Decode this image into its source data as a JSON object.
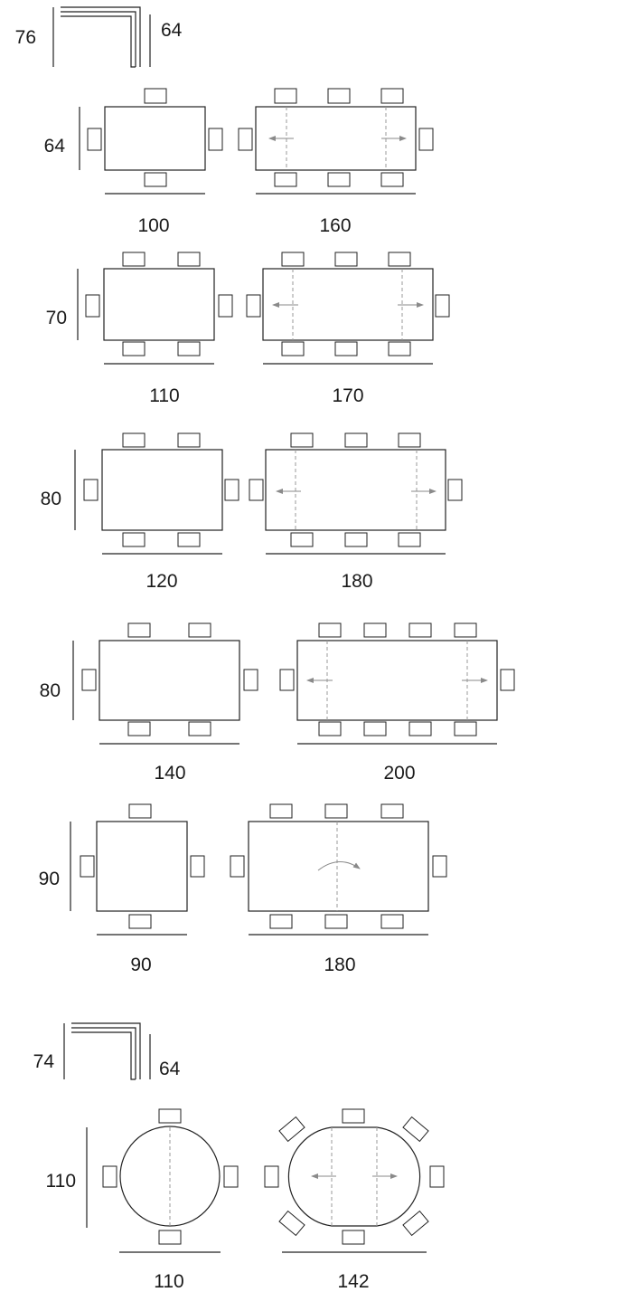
{
  "legs_top": {
    "height": "76",
    "seat_height": "64"
  },
  "rows": [
    {
      "depth": "64",
      "fixed_width": "100",
      "extended_width": "160"
    },
    {
      "depth": "70",
      "fixed_width": "110",
      "extended_width": "170"
    },
    {
      "depth": "80",
      "fixed_width": "120",
      "extended_width": "180"
    },
    {
      "depth": "80",
      "fixed_width": "140",
      "extended_width": "200"
    },
    {
      "depth": "90",
      "fixed_width": "90",
      "extended_width": "180"
    }
  ],
  "legs_round": {
    "height": "74",
    "seat_height": "64"
  },
  "round": {
    "depth": "110",
    "fixed_width": "110",
    "extended_width": "142"
  },
  "icons": {
    "extension_arrow": "double-arrow-icon",
    "rotation_arrow": "curved-arrow-icon",
    "chair": "chair-rect"
  },
  "colors": {
    "line": "#222222",
    "dashed": "#9a9a9a",
    "arrow": "#8a8a8a"
  }
}
